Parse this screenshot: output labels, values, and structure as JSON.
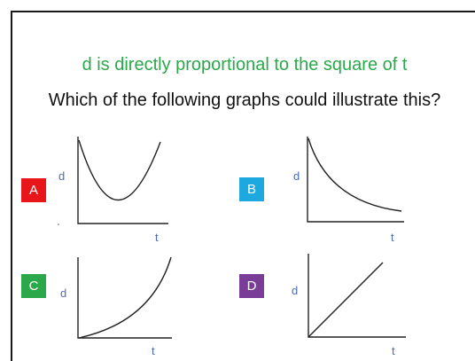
{
  "statement": "d is directly proportional to the square of t",
  "question": "Which of the following graphs could illustrate this?",
  "colors": {
    "statement": "#2aa84a",
    "axis_label": "#4f6bb3",
    "curve": "#222222"
  },
  "options": [
    {
      "letter": "A",
      "color": "#e8151b",
      "curve": "u-shaped"
    },
    {
      "letter": "B",
      "color": "#1da8df",
      "curve": "decreasing-convex"
    },
    {
      "letter": "C",
      "color": "#2aa84a",
      "curve": "increasing-convex"
    },
    {
      "letter": "D",
      "color": "#7a3d97",
      "curve": "straight-line"
    }
  ],
  "axes": {
    "y_label": "d",
    "x_label": "t"
  }
}
